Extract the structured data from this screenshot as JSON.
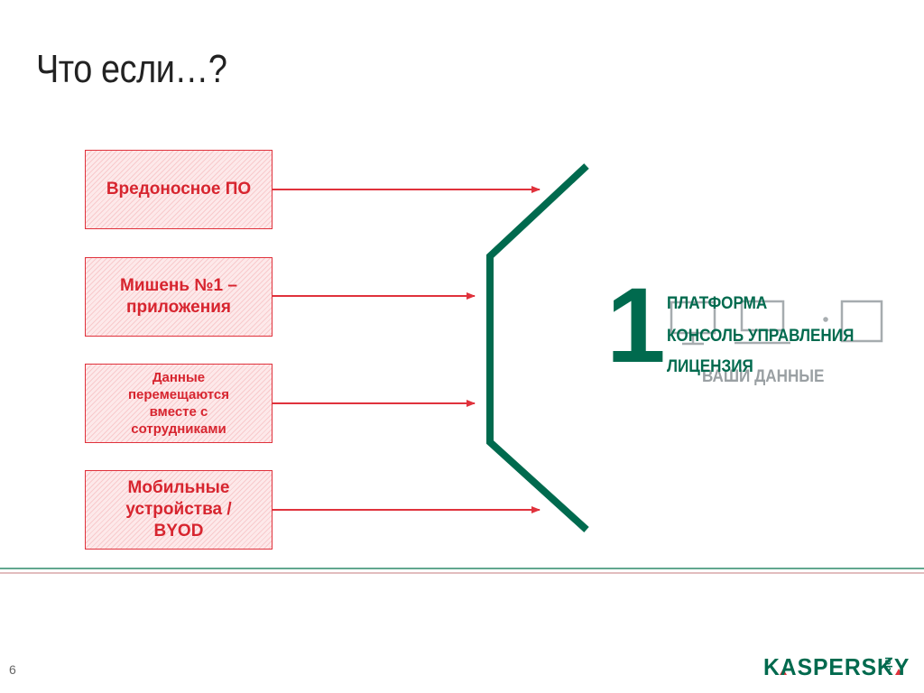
{
  "slide": {
    "title": "Что если…?",
    "page_number": "6"
  },
  "threats": [
    {
      "lines": [
        "Вредоносное ПО"
      ]
    },
    {
      "lines": [
        "Мишень №1 –",
        "приложения"
      ]
    },
    {
      "lines": [
        "Данные",
        "перемещаются",
        "вместе с",
        "сотрудниками"
      ]
    },
    {
      "lines": [
        "Мобильные",
        "устройства /",
        "BYOD"
      ]
    }
  ],
  "solution": {
    "number": "1",
    "features": [
      "ПЛАТФОРМА",
      "КОНСОЛЬ УПРАВЛЕНИЯ",
      "ЛИЦЕНЗИЯ"
    ],
    "ghost_label": "ВАШИ ДАННЫЕ"
  },
  "logo": {
    "text": "KASPERSKY",
    "suffix": "lab"
  },
  "colors": {
    "threat_red": "#e0323c",
    "brand_green": "#006a4e",
    "ghost_gray": "#9aa0a3"
  }
}
